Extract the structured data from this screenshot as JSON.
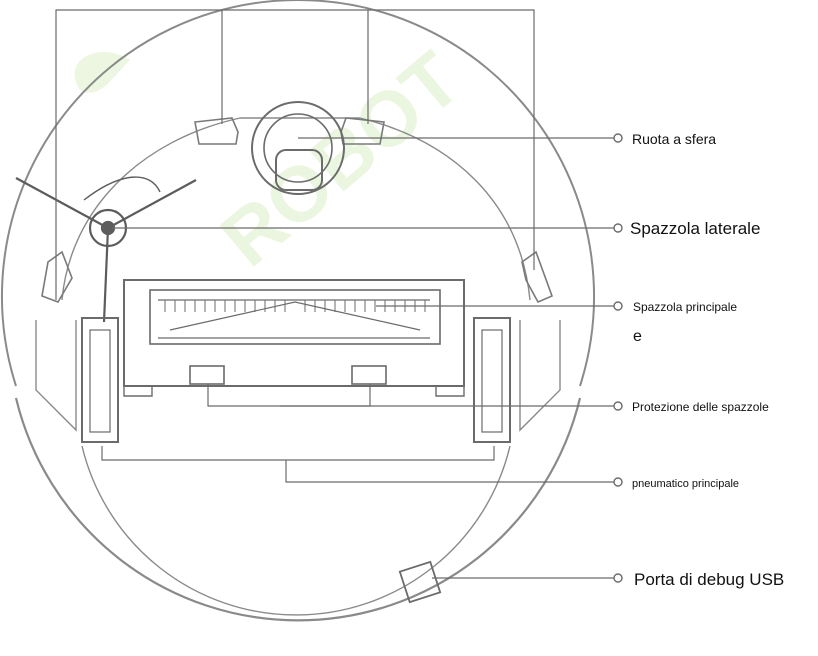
{
  "labels": {
    "ball_wheel": "Ruota a sfera",
    "side_brush": "Spazzola laterale",
    "main_brush_line1": "Spazzola principale",
    "main_brush_line2": "e",
    "brush_guard": "Protezione delle spazzole",
    "main_tire": "pneumatico principale",
    "usb_port": "Porta di debug USB"
  },
  "watermark": {
    "text": "ROBOT",
    "color": "#c8e6a8"
  },
  "colors": {
    "line": "#6b6b6b",
    "robot_outline": "#8a8a8a",
    "text": "#111111"
  }
}
